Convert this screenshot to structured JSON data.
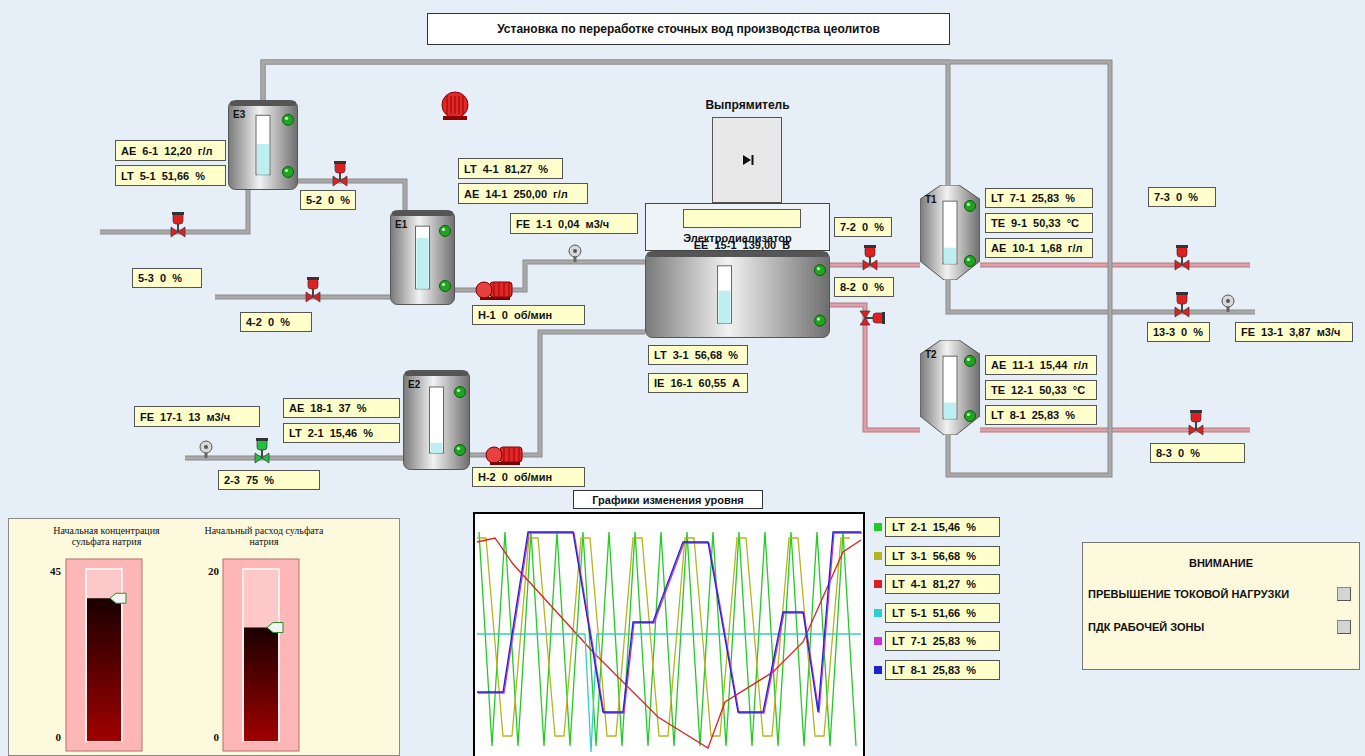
{
  "diagram": {
    "title": "Установка по переработке сточных вод производства цеолитов",
    "nodes": [
      {
        "text": [
          "Установка по переработке сточных вод производства цеолитов"
        ]
      },
      {
        "text": [
          "E3"
        ]
      },
      {
        "text": [
          "AE 6-1 12,20 г/л"
        ]
      },
      {
        "text": [
          "LT 5-1 51,66 %"
        ]
      },
      {
        "text": [
          "5-2 0 %"
        ]
      },
      {
        "text": [
          "5-3 0 %"
        ]
      },
      {
        "text": [
          "E1"
        ]
      },
      {
        "text": [
          "LT 4-1 81,27 %"
        ]
      },
      {
        "text": [
          "AE 14-1 250,00 г/л"
        ]
      },
      {
        "text": [
          "FE 1-1 0,04 м3/ч"
        ]
      },
      {
        "text": [
          "4-2 0 %"
        ]
      },
      {
        "text": [
          "Н-1 0 об/мин"
        ]
      },
      {
        "text": [
          "Выпрямитель"
        ]
      },
      {
        "text": [
          "Электродиализатор"
        ]
      },
      {
        "text": [
          "EE 15-1 139,00 В"
        ],
        "in": 13
      },
      {
        "text": [
          "LT 3-1 56,68 %"
        ]
      },
      {
        "text": [
          "IE 16-1 60,55 А"
        ]
      },
      {
        "text": [
          "7-2 0 %"
        ]
      },
      {
        "text": [
          "8-2 0 %"
        ]
      },
      {
        "text": [
          "T1"
        ]
      },
      {
        "text": [
          "LT 7-1 25,83 %"
        ]
      },
      {
        "text": [
          "TE 9-1 50,33 °C"
        ]
      },
      {
        "text": [
          "AE 10-1 1,68 г/л"
        ]
      },
      {
        "text": [
          "7-3 0 %"
        ]
      },
      {
        "text": [
          "13-3 0 %"
        ]
      },
      {
        "text": [
          "FE 13-1 3,87 м3/ч"
        ]
      },
      {
        "text": [
          "T2"
        ]
      },
      {
        "text": [
          "AE 11-1 15,44 г/л"
        ]
      },
      {
        "text": [
          "TE 12-1 50,33 °C"
        ]
      },
      {
        "text": [
          "LT 8-1 25,83 %"
        ]
      },
      {
        "text": [
          "8-3 0 %"
        ]
      },
      {
        "text": [
          "E2"
        ]
      },
      {
        "text": [
          "FE 17-1 13 м3/ч"
        ]
      },
      {
        "text": [
          "AE 18-1 37 %"
        ]
      },
      {
        "text": [
          "LT 2-1 15,46 %"
        ]
      },
      {
        "text": [
          "2-3 75 %"
        ]
      },
      {
        "text": [
          "Н-2 0 об/мин"
        ]
      },
      {
        "text": [
          "Графики изменения уровня"
        ]
      },
      {
        "text": [
          "ВНИМАНИЕ",
          "ПРЕВЫШЕНИЕ ТОКОВОЙ НАГРУЗКИ",
          "ПДК РАБОЧЕЙ ЗОНЫ"
        ]
      },
      {
        "text": [
          "Начальная концентрация сульфата натрия",
          "Начальный расход сульфата натрия",
          "45",
          "0",
          "20",
          "0"
        ]
      }
    ],
    "edges": [
      {
        "from": 1,
        "to": 6,
        "arrow": "none"
      },
      {
        "from": 6,
        "to": 13,
        "arrow": "none"
      },
      {
        "from": 31,
        "to": 13,
        "arrow": "none"
      },
      {
        "from": 13,
        "to": 19,
        "arrow": "none"
      },
      {
        "from": 13,
        "to": 26,
        "arrow": "none"
      },
      {
        "from": 19,
        "to": 1,
        "arrow": "none"
      },
      {
        "from": 26,
        "to": 1,
        "arrow": "none"
      }
    ],
    "legend": [
      {
        "text": "LT 2-1 15,46 %",
        "color": "#22cc22"
      },
      {
        "text": "LT 3-1 56,68 %",
        "color": "#b5b520"
      },
      {
        "text": "LT 4-1 81,27 %",
        "color": "#e02020"
      },
      {
        "text": "LT 5-1 51,66 %",
        "color": "#33cccc"
      },
      {
        "text": "LT 7-1 25,83 %",
        "color": "#cc33cc"
      },
      {
        "text": "LT 8-1 25,83 %",
        "color": "#2222cc"
      }
    ]
  }
}
